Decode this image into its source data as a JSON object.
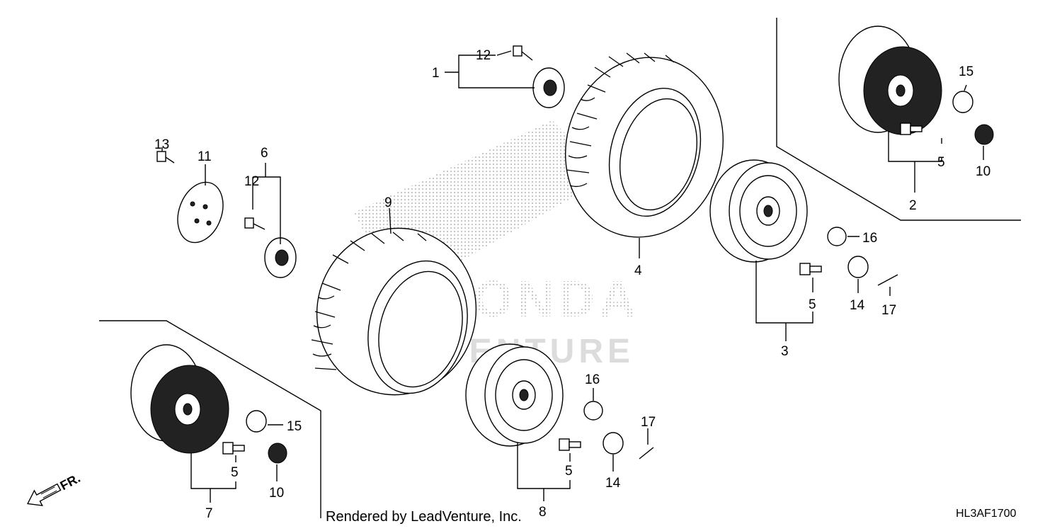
{
  "diagram": {
    "callouts": [
      {
        "id": "c1",
        "text": "1"
      },
      {
        "id": "c2",
        "text": "2"
      },
      {
        "id": "c3",
        "text": "3"
      },
      {
        "id": "c4",
        "text": "4"
      },
      {
        "id": "c5a",
        "text": "5"
      },
      {
        "id": "c5b",
        "text": "5"
      },
      {
        "id": "c5c",
        "text": "5"
      },
      {
        "id": "c5d",
        "text": "5"
      },
      {
        "id": "c6",
        "text": "6"
      },
      {
        "id": "c7",
        "text": "7"
      },
      {
        "id": "c8",
        "text": "8"
      },
      {
        "id": "c9",
        "text": "9"
      },
      {
        "id": "c10a",
        "text": "10"
      },
      {
        "id": "c10b",
        "text": "10"
      },
      {
        "id": "c11",
        "text": "11"
      },
      {
        "id": "c12a",
        "text": "12"
      },
      {
        "id": "c12b",
        "text": "12"
      },
      {
        "id": "c13",
        "text": "13"
      },
      {
        "id": "c14a",
        "text": "14"
      },
      {
        "id": "c14b",
        "text": "14"
      },
      {
        "id": "c15a",
        "text": "15"
      },
      {
        "id": "c15b",
        "text": "15"
      },
      {
        "id": "c16a",
        "text": "16"
      },
      {
        "id": "c16b",
        "text": "16"
      },
      {
        "id": "c17a",
        "text": "17"
      },
      {
        "id": "c17b",
        "text": "17"
      }
    ],
    "front_arrow_label": "FR.",
    "watermark_lines": [
      "HONDA",
      "LEADVENTURE"
    ],
    "footer_text": "Rendered by LeadVenture, Inc.",
    "diagram_code": "HL3AF1700"
  },
  "colors": {
    "ink": "#000000",
    "watermark": "#c8c8c8",
    "background": "#ffffff"
  }
}
